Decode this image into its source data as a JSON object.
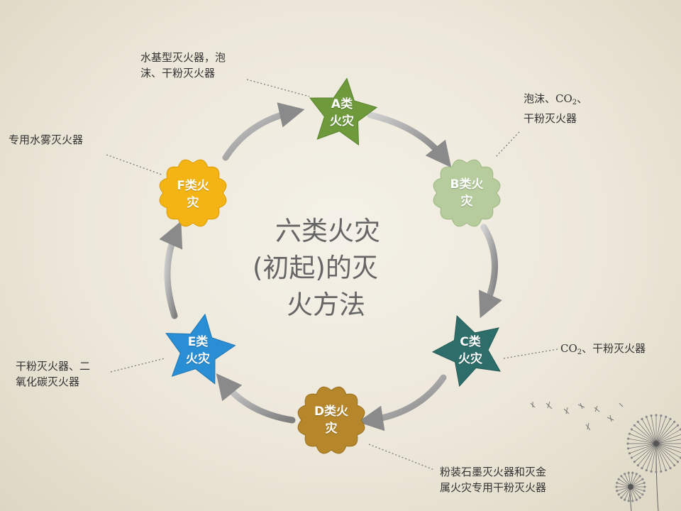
{
  "title": {
    "lines": [
      "六类火灾",
      "(初起)的灭",
      "火方法"
    ]
  },
  "nodes": [
    {
      "id": "A",
      "line1": "A类",
      "line2": "火灾",
      "shape": "star",
      "color": "#6e9a3c"
    },
    {
      "id": "B",
      "line1": "B类火",
      "line2": "灾",
      "shape": "flower",
      "color": "#b6cc9c"
    },
    {
      "id": "C",
      "line1": "C类",
      "line2": "火灾",
      "shape": "star",
      "color": "#2e6e6a"
    },
    {
      "id": "D",
      "line1": "D类火",
      "line2": "灾",
      "shape": "flower",
      "color": "#b5862a"
    },
    {
      "id": "E",
      "line1": "E类",
      "line2": "火灾",
      "shape": "star",
      "color": "#2a8ed4"
    },
    {
      "id": "F",
      "line1": "F类火",
      "line2": "灾",
      "shape": "flower",
      "color": "#f3b414"
    }
  ],
  "methods": {
    "A": {
      "line1": "水基型灭火器，泡",
      "line2": "沫、干粉灭火器"
    },
    "B": {
      "line1_pre": "泡沫、CO",
      "line1_sub": "2",
      "line1_post": "、",
      "line2": "干粉灭火器"
    },
    "C": {
      "pre": "CO",
      "sub": "2",
      "post": "、干粉灭火器"
    },
    "D": {
      "line1": "粉装石墨灭火器和灭金",
      "line2": "属火灾专用干粉灭火器"
    },
    "E": {
      "line1": "干粉灭火器、二",
      "line2": "氧化碳灭火器"
    },
    "F": {
      "line1": "专用水雾灭火器"
    }
  },
  "colors": {
    "arrow": "#8a8a8a",
    "leader": "#7a7a7a"
  }
}
